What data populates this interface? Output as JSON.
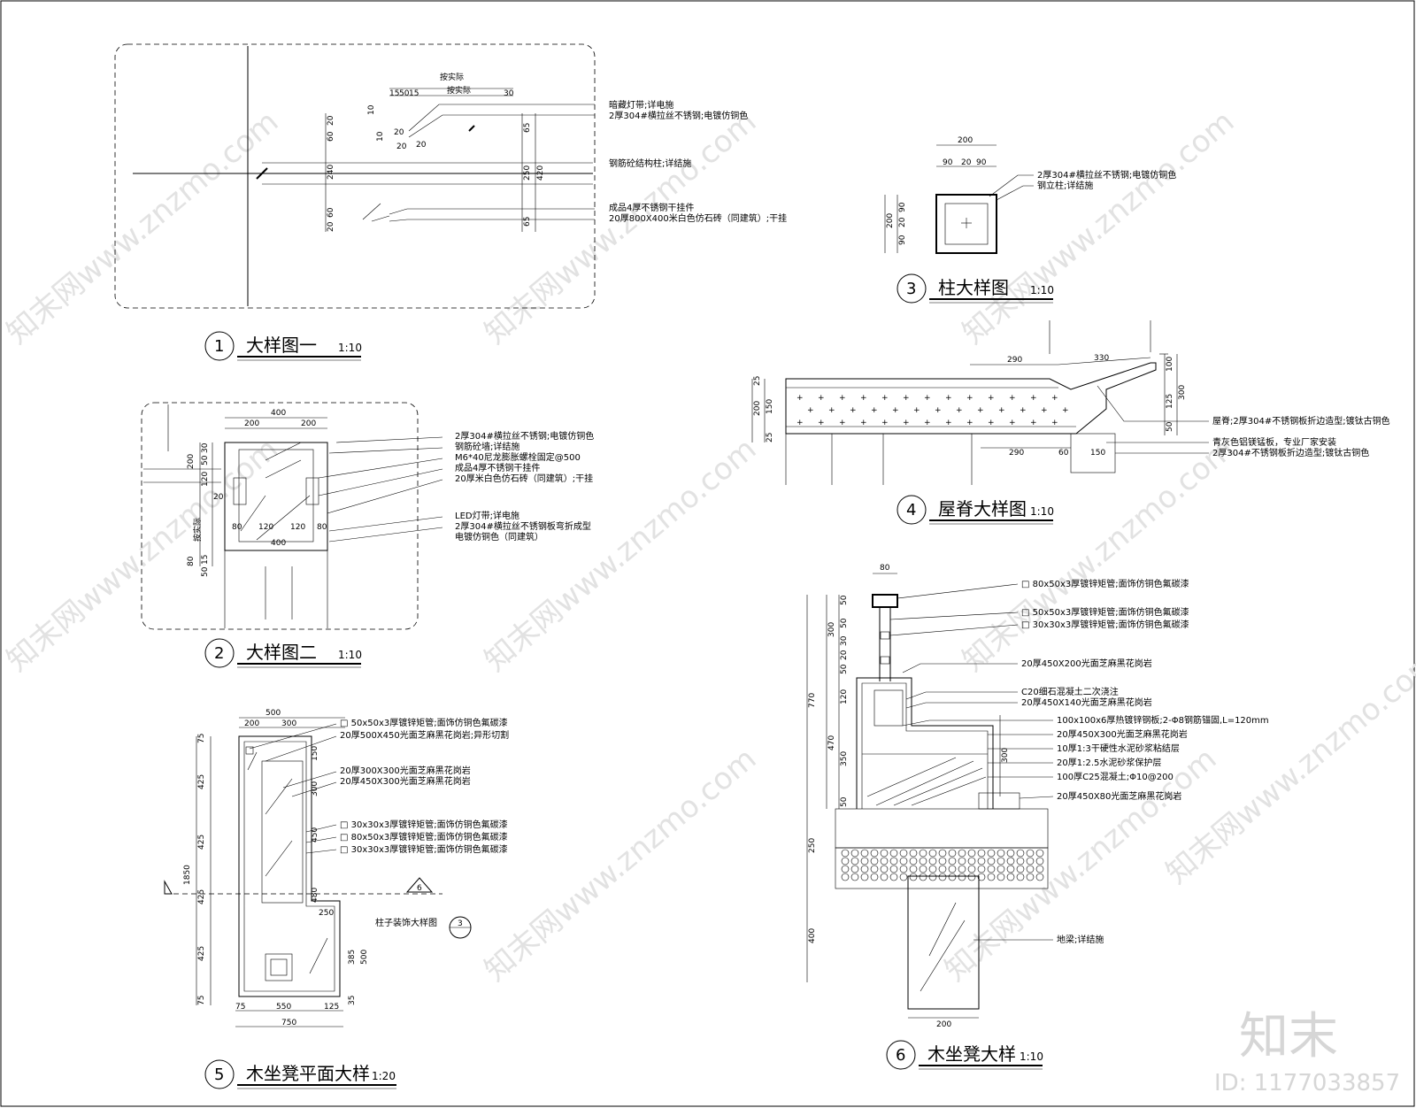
{
  "detail1": {
    "num": "1",
    "title": "大样图一",
    "scale": "1:10",
    "dims": {
      "top": "按实际",
      "top2": "按实际",
      "d15a": "15",
      "d50": "50",
      "d15b": "15",
      "d30": "30",
      "d10a": "10",
      "d20a": "20",
      "d10b": "10",
      "d20b": "20",
      "d20c": "20",
      "v20a": "20",
      "v60a": "60",
      "v240": "240",
      "v60b": "60",
      "v20b": "20",
      "v65a": "65",
      "v250": "250",
      "v420": "420",
      "v65b": "65"
    },
    "notes": [
      "暗藏灯带;详电施",
      "2厚304#横拉丝不锈钢;电镀仿铜色",
      "钢筋砼结构柱;详结施",
      "成品4厚不锈钢干挂件",
      "20厚800X400米白色仿石砖（同建筑）;干挂"
    ]
  },
  "detail2": {
    "num": "2",
    "title": "大样图二",
    "scale": "1:10",
    "dims": {
      "w400": "400",
      "w200a": "200",
      "w200b": "200",
      "w80a": "80",
      "w120a": "120",
      "w120b": "120",
      "w80b": "80",
      "w400b": "400",
      "v200": "200",
      "v30": "30",
      "v50": "50",
      "v120": "120",
      "v20": "20",
      "vact": "按实际",
      "v80": "80",
      "v15": "15",
      "v50b": "50"
    },
    "notes": [
      "2厚304#横拉丝不锈钢;电镀仿铜色",
      "钢筋砼墙;详结施",
      "M6*40尼龙膨胀螺栓固定@500",
      "成品4厚不锈钢干挂件",
      "20厚米白色仿石砖（同建筑）;干挂",
      "LED灯带;详电施",
      "2厚304#横拉丝不锈钢板弯折成型",
      "电镀仿铜色（同建筑）"
    ]
  },
  "detail3": {
    "num": "3",
    "title": "柱大样图",
    "scale": "1:10",
    "dims": {
      "w200": "200",
      "w90a": "90",
      "w20": "20",
      "w90b": "90",
      "v200": "200",
      "v90a": "90",
      "v20": "20",
      "v90b": "90"
    },
    "notes": [
      "2厚304#横拉丝不锈钢;电镀仿铜色",
      "钢立柱;详结施"
    ]
  },
  "detail4": {
    "num": "4",
    "title": "屋脊大样图",
    "scale": "1:10",
    "dims": {
      "w290a": "290",
      "w330": "330",
      "w290b": "290",
      "w60": "60",
      "w150": "150",
      "v25a": "25",
      "v200": "200",
      "v150": "150",
      "v25b": "25",
      "v100": "100",
      "v125": "125",
      "v50": "50",
      "v300": "300"
    },
    "notes": [
      "屋脊;2厚304#不锈钢板折边造型;镀钛古铜色",
      "青灰色铝镁锰板，专业厂家安装",
      "2厚304#不锈钢板折边造型;镀钛古铜色"
    ]
  },
  "detail5": {
    "num": "5",
    "title": "木坐凳平面大样",
    "scale": "1:20",
    "dims": {
      "w500": "500",
      "w200": "200",
      "w300": "300",
      "w75": "75",
      "w550": "550",
      "w125": "125",
      "w750": "750",
      "v75a": "75",
      "v425a": "425",
      "v425b": "425",
      "v425c": "425",
      "v425d": "425",
      "v75b": "75",
      "v1850": "1850",
      "v150": "150",
      "v300": "300",
      "v450": "450",
      "v480": "480",
      "v250": "250",
      "v385": "385",
      "v500": "500",
      "v35": "35"
    },
    "notes": [
      "□ 50x50x3厚镀锌矩管;面饰仿铜色氟碳漆",
      "20厚500X450光面芝麻黑花岗岩;异形切割",
      "20厚300X300光面芝麻黑花岗岩",
      "20厚450X300光面芝麻黑花岗岩",
      "□ 30x30x3厚镀锌矩管;面饰仿铜色氟碳漆",
      "□ 80x50x3厚镀锌矩管;面饰仿铜色氟碳漆",
      "□ 30x30x3厚镀锌矩管;面饰仿铜色氟碳漆"
    ],
    "section_mark": "6",
    "ref_label": "柱子装饰大样图",
    "ref_num": "3"
  },
  "detail6": {
    "num": "6",
    "title": "木坐凳大样",
    "scale": "1:10",
    "dims": {
      "w80": "80",
      "w200": "200",
      "v50a": "50",
      "v300a": "300",
      "v50b": "50",
      "v30": "30",
      "v20": "20",
      "v50c": "50",
      "v120": "120",
      "v470": "470",
      "v350": "350",
      "v50d": "50",
      "v770": "770",
      "v250": "250",
      "v400": "400",
      "v300b": "300"
    },
    "notes": [
      "□ 80x50x3厚镀锌矩管;面饰仿铜色氟碳漆",
      "□ 50x50x3厚镀锌矩管;面饰仿铜色氟碳漆",
      "□ 30x30x3厚镀锌矩管;面饰仿铜色氟碳漆",
      "20厚450X200光面芝麻黑花岗岩",
      "C20细石混凝土二次浇注",
      "20厚450X140光面芝麻黑花岗岩",
      "100x100x6厚热镀锌钢板;2-Φ8钢筋锚固,L=120mm",
      "20厚450X300光面芝麻黑花岗岩",
      "10厚1:3干硬性水泥砂浆粘结层",
      "20厚1:2.5水泥砂浆保护层",
      "100厚C25混凝土;Φ10@200",
      "20厚450X80光面芝麻黑花岗岩",
      "地梁;详结施"
    ]
  },
  "watermark": {
    "text": "知末网www.znzmo.com",
    "logo": "知末",
    "id": "ID: 1177033857"
  }
}
